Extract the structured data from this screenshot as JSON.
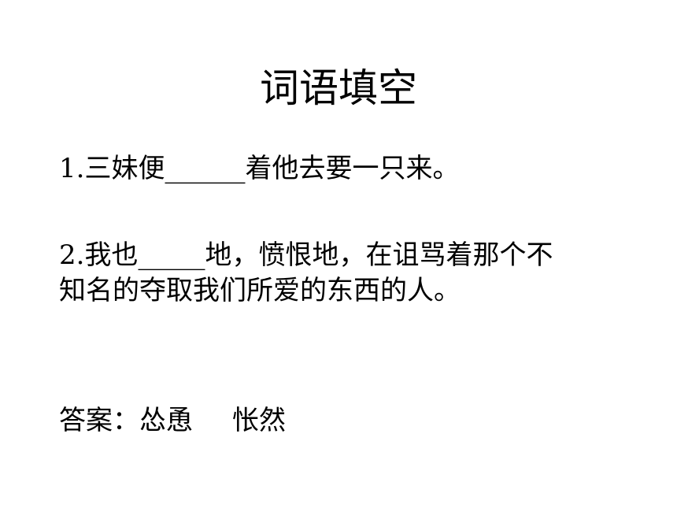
{
  "slide": {
    "title": "词语填空",
    "question1": {
      "text": "1.三妹便______着他去要一只来。"
    },
    "question2": {
      "line1": "2.我也_____地，愤恨地，在诅骂着那个不",
      "line2": "知名的夺取我们所爱的东西的人。"
    },
    "answer": {
      "label": "答案：",
      "word1": "怂恿",
      "word2": "怅然"
    }
  }
}
